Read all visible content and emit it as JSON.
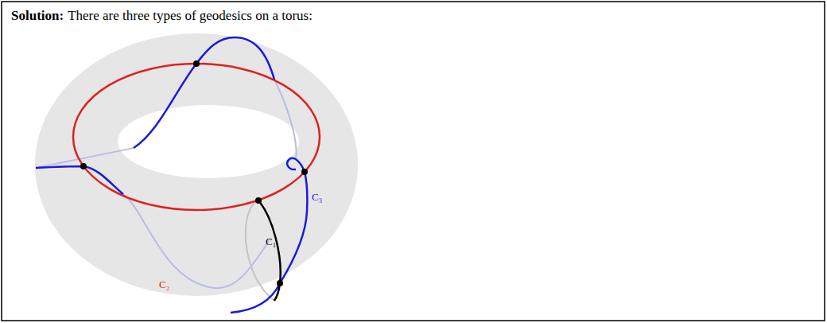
{
  "diagram": {
    "labels": [
      "Solution:",
      "There are three types of geodesics on a torus:",
      "C₁",
      "C₂",
      "C₃"
    ]
  }
}
